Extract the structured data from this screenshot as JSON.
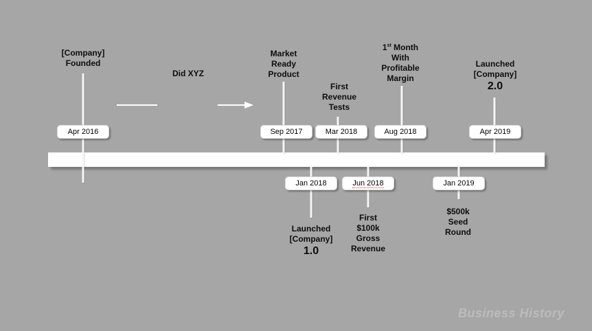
{
  "slide": {
    "background_color": "#a6a6a6",
    "bar_color": "#ffffff",
    "watermark": "Business History"
  },
  "annotation": {
    "label": "Did XYZ"
  },
  "events_above": [
    {
      "name": "company-founded",
      "title": "[Company]\nFounded",
      "date": "Apr 2016"
    },
    {
      "name": "market-ready-product",
      "title": "Market\nReady\nProduct",
      "date": "Sep 2017"
    },
    {
      "name": "first-revenue-tests",
      "title": "First\nRevenue\nTests",
      "date": "Mar 2018"
    },
    {
      "name": "first-profitable-month",
      "title_parts": {
        "pre": "1",
        "sup": "st",
        "post": " Month\nWith\nProfitable\nMargin"
      },
      "date": "Aug 2018"
    },
    {
      "name": "launched-company-2-0",
      "title": "Launched\n[Company]",
      "version": "2.0",
      "date": "Apr 2019"
    }
  ],
  "events_below": [
    {
      "name": "launched-company-1-0",
      "date": "Jan 2018",
      "title": "Launched\n[Company]",
      "version": "1.0"
    },
    {
      "name": "first-100k-gross-revenue",
      "date": "Jun 2018",
      "title": "First\n$100k\nGross\nRevenue"
    },
    {
      "name": "500k-seed-round",
      "date": "Jan 2019",
      "title": "$500k\nSeed\nRound"
    }
  ]
}
